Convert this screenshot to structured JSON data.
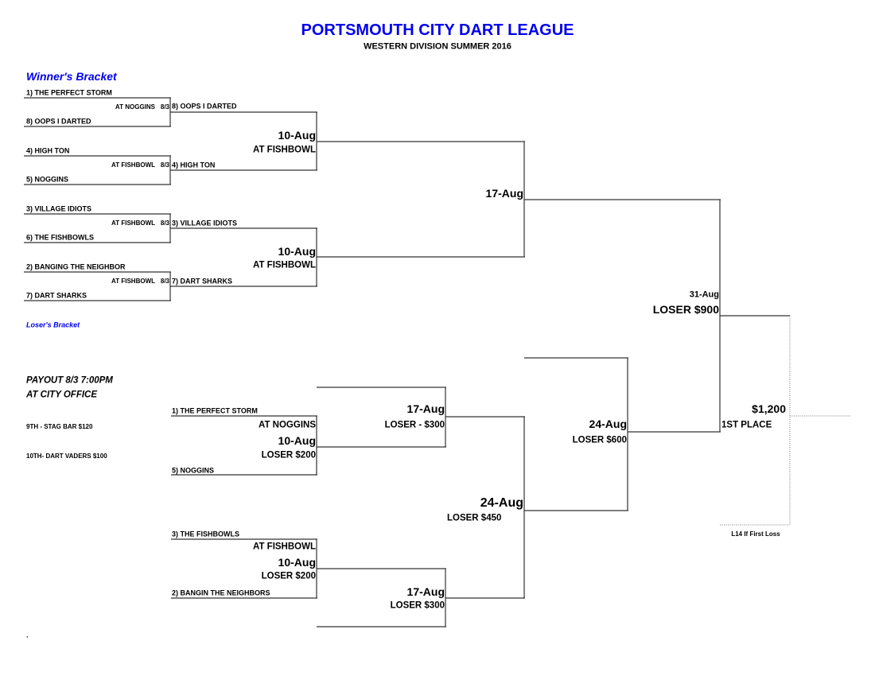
{
  "header": {
    "title": "PORTSMOUTH CITY DART LEAGUE",
    "subtitle": "WESTERN DIVISION SUMMER 2016"
  },
  "winners": {
    "heading": "Winner's Bracket",
    "round1": [
      {
        "team_a": "1) THE PERFECT STORM",
        "team_b": "8) OOPS I DARTED",
        "venue": "AT NOGGINS",
        "date": "8/3",
        "winner": "8) OOPS I DARTED"
      },
      {
        "team_a": "4) HIGH TON",
        "team_b": "5) NOGGINS",
        "venue": "AT FISHBOWL",
        "date": "8/3",
        "winner": "4) HIGH TON"
      },
      {
        "team_a": "3) VILLAGE IDIOTS",
        "team_b": "6) THE FISHBOWLS",
        "venue": "AT FISHBOWL",
        "date": "8/3",
        "winner": "3) VILLAGE IDIOTS"
      },
      {
        "team_a": "2) BANGING THE NEIGHBOR",
        "team_b": "7) DART SHARKS",
        "venue": "AT FISHBOWL",
        "date": "8/3",
        "winner": "7) DART SHARKS"
      }
    ],
    "round2": [
      {
        "date": "10-Aug",
        "venue": "AT FISHBOWL"
      },
      {
        "date": "10-Aug",
        "venue": "AT FISHBOWL"
      }
    ],
    "round3": {
      "date": "17-Aug"
    },
    "final": {
      "date": "31-Aug",
      "loser_payout": "LOSER $900"
    }
  },
  "losers": {
    "heading": "Loser's Bracket",
    "payout": {
      "line1": "PAYOUT 8/3 7:00PM",
      "line2": "AT CITY OFFICE",
      "ninth": "9TH - STAG BAR $120",
      "tenth": "10TH- DART VADERS $100"
    },
    "round1": [
      {
        "team_a": "1) THE PERFECT STORM",
        "team_b": "5) NOGGINS",
        "venue": "AT NOGGINS",
        "date": "10-Aug",
        "loser_payout": "LOSER $200"
      },
      {
        "team_a": "3) THE FISHBOWLS",
        "team_b": "2) BANGIN THE NEIGHBORS",
        "venue": "AT FISHBOWL",
        "date": "10-Aug",
        "loser_payout": "LOSER $200"
      }
    ],
    "round2": [
      {
        "date": "17-Aug",
        "loser_payout": "LOSER - $300"
      },
      {
        "date": "17-Aug",
        "loser_payout": "LOSER $300"
      }
    ],
    "round3": {
      "date": "24-Aug",
      "loser_payout": "LOSER $450"
    },
    "round4": {
      "date": "24-Aug",
      "loser_payout": "LOSER $600"
    }
  },
  "championship": {
    "prize": "$1,200",
    "label": "1ST PLACE",
    "note": "L14 If First Loss"
  },
  "footer_mark": "."
}
